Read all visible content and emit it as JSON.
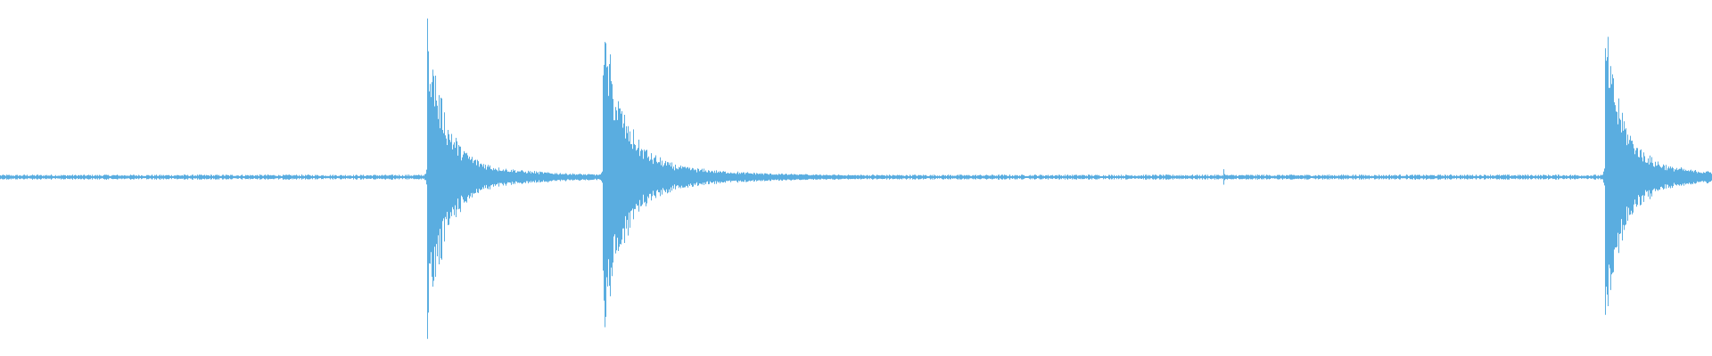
{
  "waveform": {
    "color": "#5aade0",
    "duration_fraction_markers": [],
    "transients": [
      {
        "position": 0.2495,
        "peak": 0.84,
        "decay": 0.055
      },
      {
        "position": 0.3522,
        "peak": 0.84,
        "decay": 0.065
      },
      {
        "position": 0.7145,
        "peak": 0.05,
        "decay": 0.004
      },
      {
        "position": 0.9375,
        "peak": 0.82,
        "decay": 0.055
      }
    ],
    "noise_floor": 0.012
  }
}
